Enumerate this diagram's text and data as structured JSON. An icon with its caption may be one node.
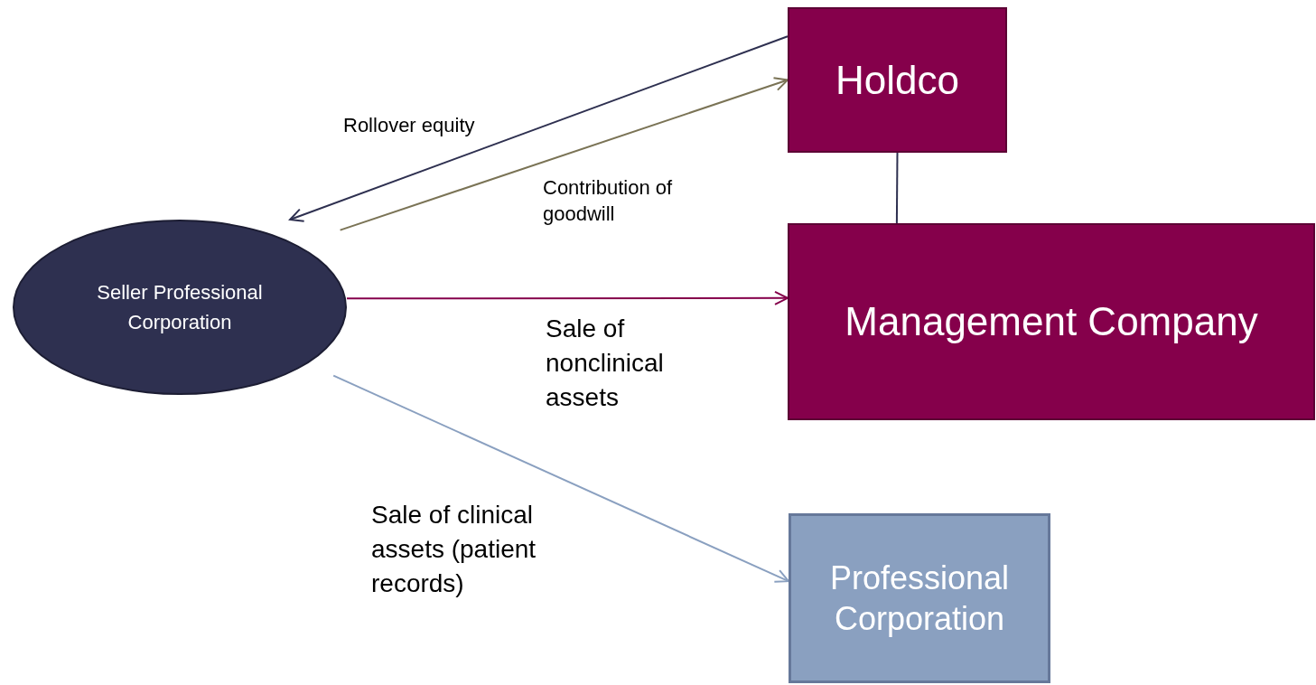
{
  "diagram": {
    "nodes": [
      {
        "text": [
          "Seller Professional Corporation"
        ]
      },
      {
        "text": [
          "Holdco"
        ]
      },
      {
        "text": [
          "Management Company"
        ]
      },
      {
        "text": [
          "Professional Corporation"
        ]
      }
    ],
    "edges": [
      {
        "from": 1,
        "to": 0,
        "arrow": "to",
        "label": "Rollover equity",
        "color": "#2e3050"
      },
      {
        "from": 0,
        "to": 1,
        "arrow": "to",
        "label": "Contribution of goodwill",
        "color": "#7a7355"
      },
      {
        "from": 1,
        "to": 2,
        "arrow": "none",
        "color": "#2e3050"
      },
      {
        "from": 0,
        "to": 2,
        "arrow": "to",
        "label": "Sale of nonclinical assets",
        "color": "#85004b"
      },
      {
        "from": 0,
        "to": 3,
        "arrow": "to",
        "label": "Sale of clinical assets (patient records)",
        "color": "#8aa0c0"
      }
    ]
  }
}
